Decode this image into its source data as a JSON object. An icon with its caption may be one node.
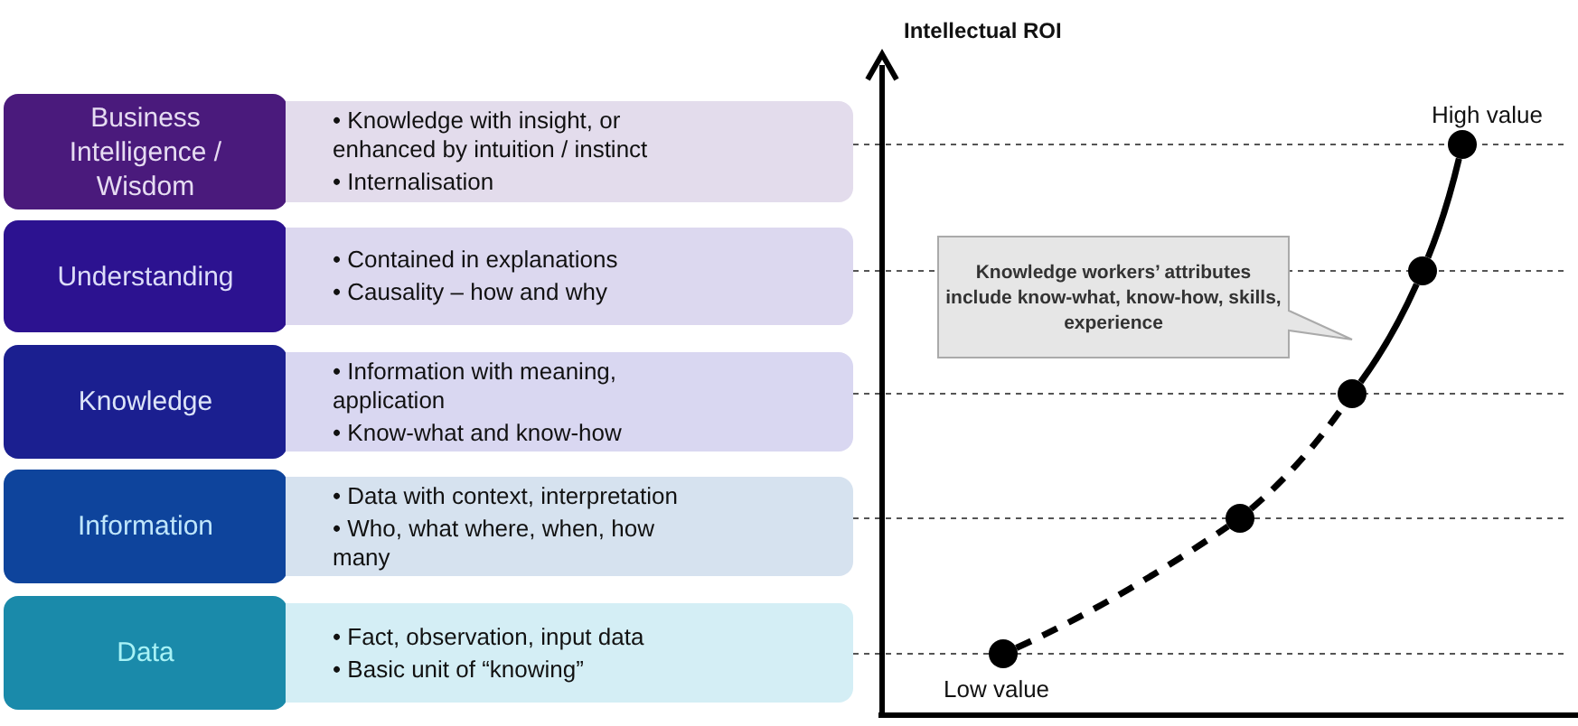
{
  "diagram": {
    "nodes": [
      {
        "text": [
          "Business Intelligence / Wisdom"
        ]
      },
      {
        "text": [
          "• Knowledge with insight, or enhanced by intuition / instinct",
          "• Internalisation"
        ]
      },
      {
        "text": [
          "Understanding"
        ]
      },
      {
        "text": [
          "• Contained in explanations",
          "• Causality – how and why"
        ]
      },
      {
        "text": [
          "Knowledge"
        ]
      },
      {
        "text": [
          "• Information with meaning, application",
          "• Know-what and know-how"
        ]
      },
      {
        "text": [
          "Information"
        ]
      },
      {
        "text": [
          "• Data with context, interpretation",
          "• Who, what where, when, how many"
        ]
      },
      {
        "text": [
          "Data"
        ]
      },
      {
        "text": [
          "• Fact, observation, input data",
          "• Basic unit of “knowing”"
        ]
      },
      {
        "text": [
          "Knowledge workers’ attributes include know-what, know-how, skills, experience"
        ]
      },
      {
        "text": [],
        "shape": "circle"
      },
      {
        "text": [],
        "shape": "circle"
      },
      {
        "text": [],
        "shape": "circle"
      },
      {
        "text": [],
        "shape": "circle"
      },
      {
        "text": [],
        "shape": "circle"
      }
    ],
    "edges": [
      {
        "from": 11,
        "to": 12,
        "arrow": "none",
        "style": "dashed"
      },
      {
        "from": 12,
        "to": 13,
        "arrow": "none",
        "style": "dashed"
      },
      {
        "from": 13,
        "to": 14,
        "arrow": "none"
      },
      {
        "from": 14,
        "to": 15,
        "arrow": "none"
      }
    ],
    "labels": [
      "Intellectual ROI",
      "High value",
      "Low value"
    ]
  }
}
